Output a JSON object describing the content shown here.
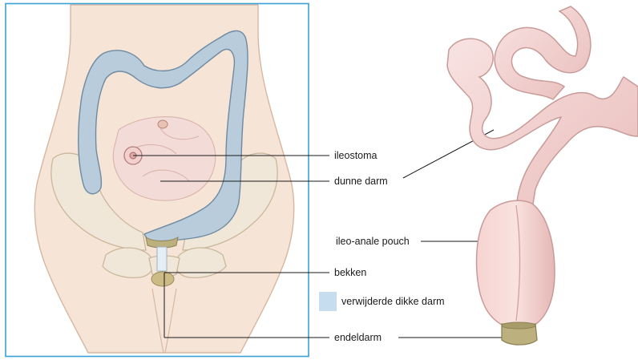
{
  "labels": {
    "ileostoma": "ileostoma",
    "dunne_darm": "dunne darm",
    "ileo_anale_pouch": "ileo-anale pouch",
    "bekken": "bekken",
    "verwijderde_dikke_darm": "verwijderde dikke darm",
    "endeldarm": "endeldarm"
  },
  "colors": {
    "frame": "#3aa0d8",
    "removed_colon": "#b8ccdc",
    "removed_colon_outline": "#6e8aa3",
    "legend_swatch": "#c6dcef",
    "skin": "#f6e4d6",
    "skin_outline": "#d6b8a2",
    "bone": "#f1e7d8",
    "bone_outline": "#c9b79d",
    "small_bowel": "#f2d6d6",
    "small_bowel_outline": "#cfa4a4",
    "pouch": "#f2c9c6",
    "pouch_outline": "#c79b98",
    "rectum_stump": "#bcb07e",
    "leader_line": "#1a1a1a"
  },
  "icons": {
    "stoma": "ileostoma-circle-icon"
  }
}
